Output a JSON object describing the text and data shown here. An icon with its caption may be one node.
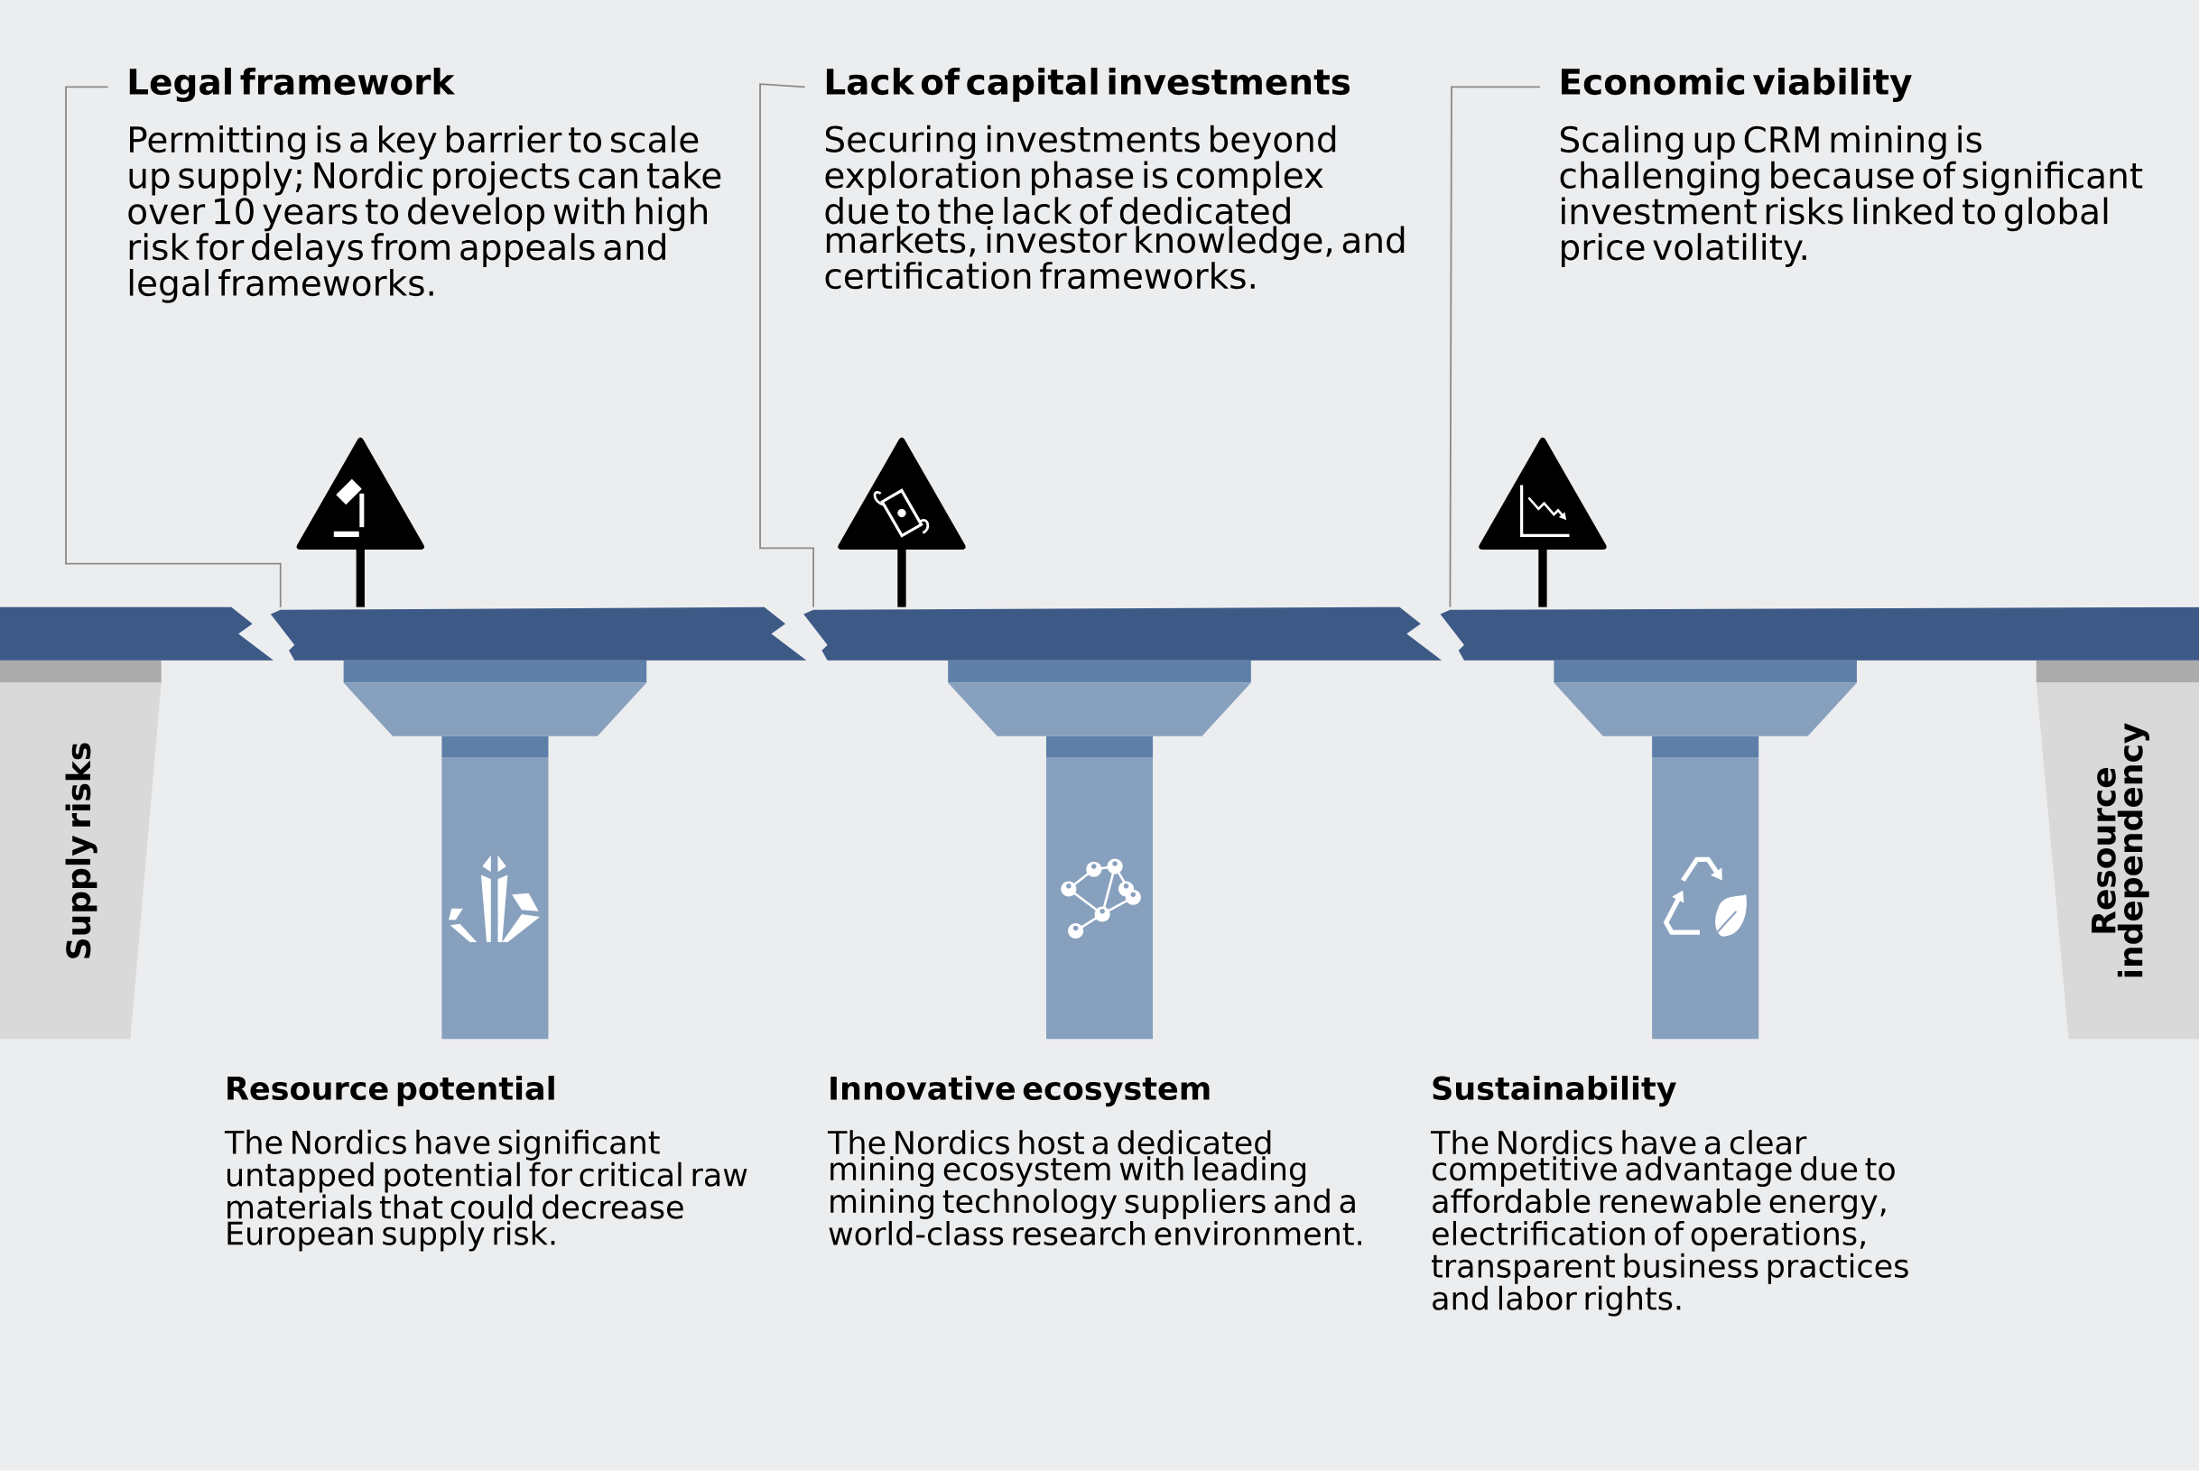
{
  "diagram": {
    "nodes": [
      {
        "text": [
          "Legal framework",
          "Permitting is a key barrier to scale up supply; Nordic projects can take over 10 years to develop with high risk for delays from appeals and legal frameworks."
        ]
      },
      {
        "text": [
          "Lack of capital investments",
          "Securing investments beyond exploration phase is complex due to the lack of dedicated markets, investor knowledge, and certification frameworks."
        ]
      },
      {
        "text": [
          "Economic viability",
          "Scaling up CRM mining is challenging because of significant investment risks linked to global price volatility."
        ]
      },
      {
        "text": [
          "Resource potential",
          "The Nordics have significant untapped potential for critical raw materials that could decrease European supply risk."
        ]
      },
      {
        "text": [
          "Innovative ecosystem",
          "The Nordics host a dedicated mining ecosystem with leading mining technology suppliers and a world-class research environment."
        ]
      },
      {
        "text": [
          "Sustainability",
          "The Nordics have a clear competitive advantage due to affordable renewable energy, electrification of operations, transparent business practices and labor rights."
        ]
      },
      {
        "text": [
          "Supply risks"
        ]
      },
      {
        "text": [
          "Resource independency"
        ]
      },
      {
        "text": [],
        "shape": "bar"
      },
      {
        "text": [],
        "shape": "bar"
      },
      {
        "text": [],
        "shape": "bar"
      },
      {
        "text": [],
        "shape": "bar"
      }
    ],
    "edges": [
      {
        "from": 0,
        "to": 9,
        "arrow": "none"
      },
      {
        "from": 1,
        "to": 10,
        "arrow": "none"
      },
      {
        "from": 2,
        "to": 11,
        "arrow": "none"
      }
    ]
  }
}
